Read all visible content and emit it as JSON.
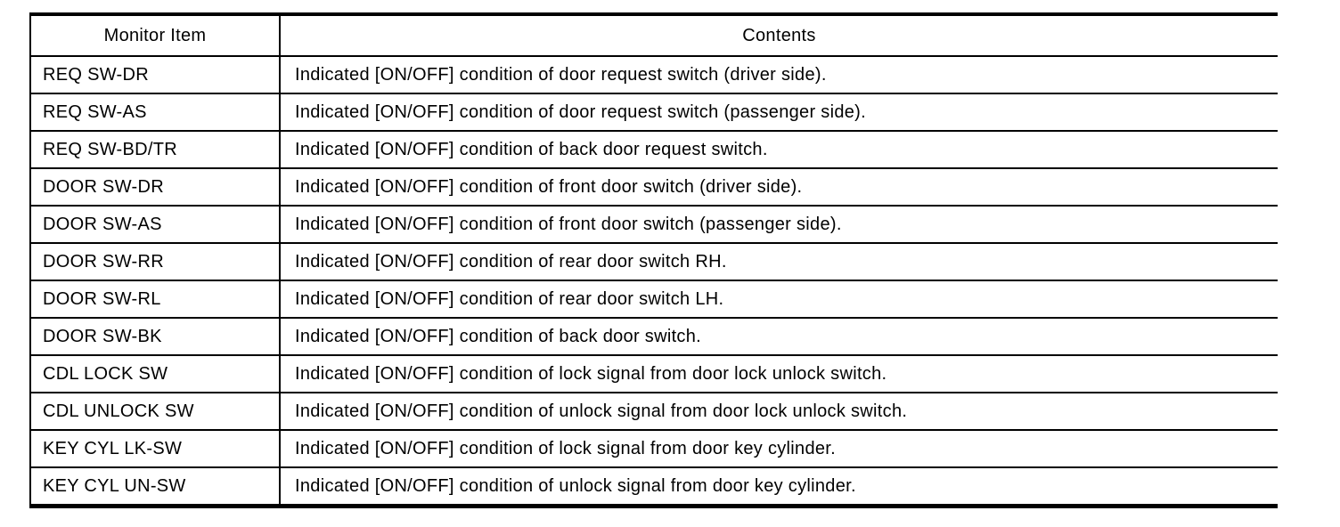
{
  "table": {
    "header": {
      "monitor_item": "Monitor Item",
      "contents": "Contents"
    },
    "rows": [
      {
        "item": "REQ SW-DR",
        "description": "Indicated [ON/OFF] condition of door request switch (driver side)."
      },
      {
        "item": "REQ SW-AS",
        "description": "Indicated [ON/OFF] condition of door request switch (passenger side)."
      },
      {
        "item": "REQ SW-BD/TR",
        "description": "Indicated [ON/OFF] condition of back door request switch."
      },
      {
        "item": "DOOR SW-DR",
        "description": "Indicated [ON/OFF] condition of front door switch (driver side)."
      },
      {
        "item": "DOOR SW-AS",
        "description": "Indicated [ON/OFF] condition of front door switch (passenger side)."
      },
      {
        "item": "DOOR SW-RR",
        "description": "Indicated [ON/OFF] condition of rear door switch RH."
      },
      {
        "item": "DOOR SW-RL",
        "description": "Indicated [ON/OFF] condition of rear door switch LH."
      },
      {
        "item": "DOOR SW-BK",
        "description": "Indicated [ON/OFF] condition of back door switch."
      },
      {
        "item": "CDL LOCK SW",
        "description": "Indicated [ON/OFF] condition of lock signal from door lock unlock switch."
      },
      {
        "item": "CDL UNLOCK SW",
        "description": "Indicated [ON/OFF] condition of unlock signal from door lock unlock switch."
      },
      {
        "item": "KEY CYL LK-SW",
        "description": "Indicated [ON/OFF] condition of lock signal from door key cylinder."
      },
      {
        "item": "KEY CYL UN-SW",
        "description": "Indicated [ON/OFF] condition of unlock signal from door key cylinder."
      }
    ],
    "colors": {
      "border": "#000000",
      "text": "#000000",
      "background": "#ffffff"
    }
  }
}
